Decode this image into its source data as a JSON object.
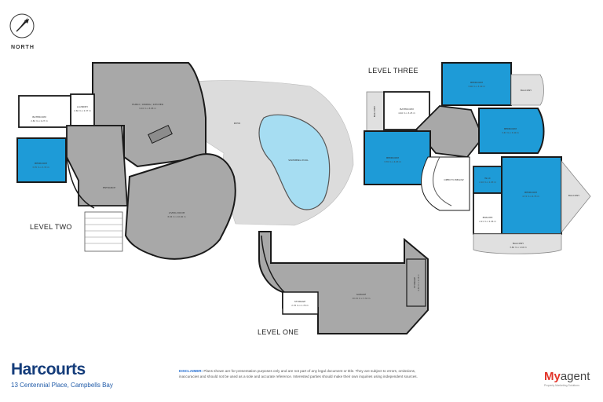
{
  "compass": {
    "label": "NORTH",
    "icon": "north-arrow-icon"
  },
  "levels": {
    "two": "LEVEL TWO",
    "three": "LEVEL THREE",
    "one": "LEVEL ONE"
  },
  "rooms": {
    "family": {
      "name": "FAMILY / DINING / KITCHEN",
      "size": "9.04 m x 8.88 m"
    },
    "laundry": {
      "name": "LAUNDRY",
      "size": "2.66 m x 2.37 m"
    },
    "bath2": {
      "name": "BATHROOM",
      "size": "2.82 m x 2.27 m"
    },
    "bed2": {
      "name": "BEDROOM",
      "size": "3.35 m x 3.33 m"
    },
    "entrance": {
      "name": "ENTRANCE"
    },
    "living": {
      "name": "LIVING ROOM",
      "size": "8.06 m x 10.06 m"
    },
    "patio": {
      "name": "PATIO"
    },
    "pool": {
      "name": "SWIMMING POOL"
    },
    "bedroom_top": {
      "name": "BEDROOM",
      "size": "3.06 m x 3.40 m"
    },
    "balcony_tr": {
      "name": "BALCONY"
    },
    "bath3": {
      "name": "BATHROOM",
      "size": "4.46 m x 3.25 m"
    },
    "balcony_l": {
      "name": "BALCONY"
    },
    "bedroom_r": {
      "name": "BEDROOM",
      "size": "3.67 m x 3.40 m"
    },
    "bedroom_l": {
      "name": "BEDROOM",
      "size": "3.76 m x 4.03 m"
    },
    "open": {
      "name": "OPEN TO BELOW"
    },
    "wic": {
      "name": "W.I.C",
      "size": "2.10 m x 1.93 m"
    },
    "master": {
      "name": "BEDROOM",
      "size": "4.74 m x 6.76 m"
    },
    "ensuite": {
      "name": "ENSUITE",
      "size": "2.21 m x 2.06 m"
    },
    "balcony_side": {
      "name": "BALCONY"
    },
    "balcony_b": {
      "name": "BALCONY",
      "size": "3.66 m x 1.60 m"
    },
    "garage": {
      "name": "GARAGE",
      "size": "10.34 m x 3.34 m"
    },
    "storage1": {
      "name": "STORAGE",
      "size": "2.78 m x 1.78 m"
    },
    "storage2": {
      "name": "STORAGE",
      "size": "9.64 m x 2.06 m"
    }
  },
  "footer": {
    "brand": "Harcourts",
    "address": "13 Centennial Place, Campbells Bay",
    "disclaimer_label": "DISCLAIMER:",
    "disclaimer_text": "Plans shown are for presentation purposes only and are not part of any legal document or title. They are subject to errors, omissions, inaccuracies and should not be used as a sole and accurate reference. Interested parties should make their own inquiries using independent sources.",
    "agent_brand_prefix": "My",
    "agent_brand_suffix": "agent",
    "agent_sub": "Property Marketing Solutions"
  },
  "colors": {
    "room": "#a8a8a8",
    "bedroom": "#1e9bd7",
    "outdoor": "#dcdcdc",
    "pool": "#a6ddf2",
    "wall": "#1a1a1a",
    "brand": "#143c7a"
  }
}
